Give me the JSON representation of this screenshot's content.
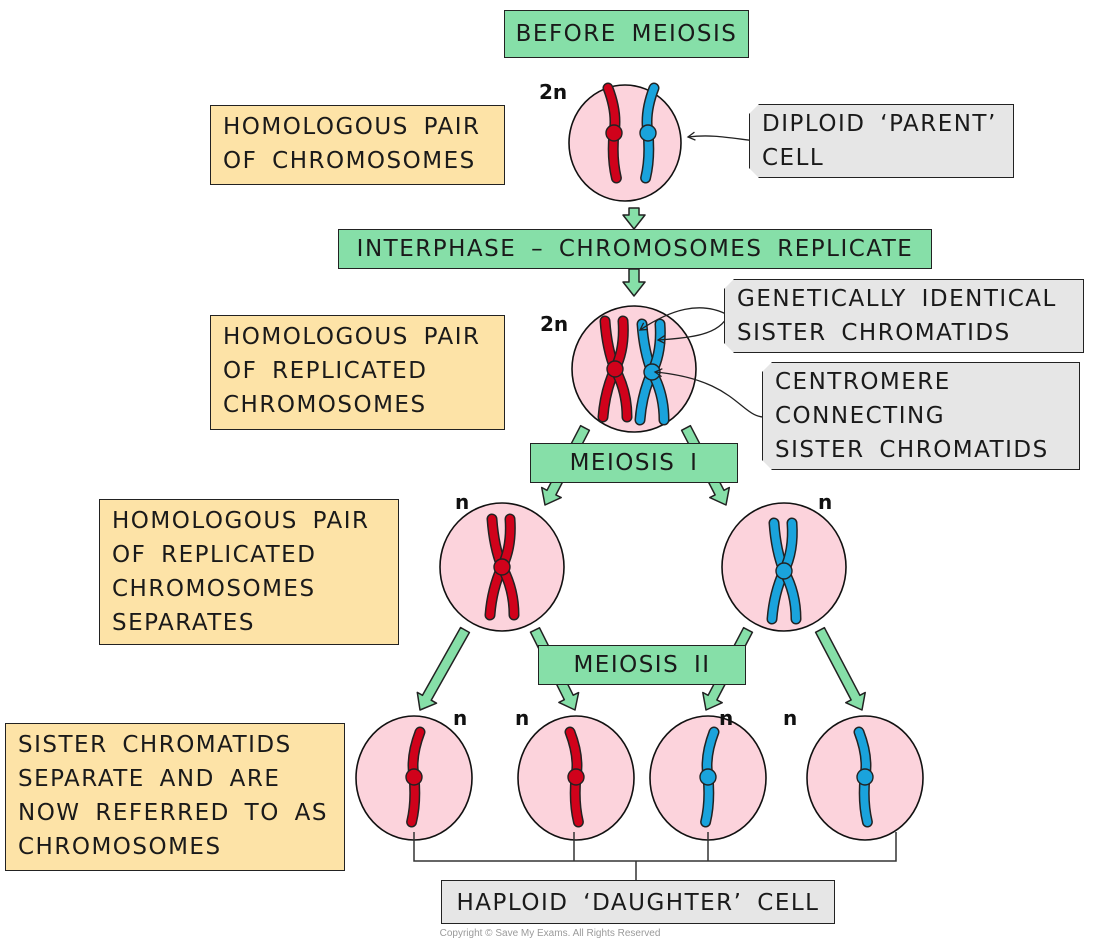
{
  "title": "BEFORE MEIOSIS",
  "stages": {
    "interphase": "INTERPHASE – CHROMOSOMES REPLICATE",
    "meiosis1": "MEIOSIS I",
    "meiosis2": "MEIOSIS II"
  },
  "ploidy": {
    "diploid": "2n",
    "haploid": "n"
  },
  "left_labels": [
    {
      "lines": [
        "HOMOLOGOUS PAIR",
        "OF CHROMOSOMES"
      ]
    },
    {
      "lines": [
        "HOMOLOGOUS PAIR",
        "OF REPLICATED",
        "CHROMOSOMES"
      ]
    },
    {
      "lines": [
        "HOMOLOGOUS PAIR",
        "OF REPLICATED",
        "CHROMOSOMES",
        "SEPARATES"
      ]
    },
    {
      "lines": [
        "SISTER CHROMATIDS",
        "SEPARATE AND ARE",
        "NOW REFERRED TO AS",
        "CHROMOSOMES"
      ]
    }
  ],
  "callouts": {
    "parent_cell": {
      "lines": [
        "DIPLOID ‘PARENT’",
        "CELL"
      ]
    },
    "sister_chromatids": {
      "lines": [
        "GENETICALLY IDENTICAL",
        "SISTER CHROMATIDS"
      ]
    },
    "centromere": {
      "lines": [
        "CENTROMERE",
        "CONNECTING",
        "SISTER CHROMATIDS"
      ]
    },
    "daughter_cell": "HAPLOID ‘DAUGHTER’ CELL"
  },
  "colors": {
    "cell_fill": "#fcd3dc",
    "maternal_chromosome": "#d0021b",
    "paternal_chromosome": "#1aa3dc",
    "stage_box": "#86dfa8",
    "label_box": "#fde3a7",
    "callout_box": "#e6e6e6"
  },
  "copyright": "Copyright © Save My Exams. All Rights Reserved"
}
